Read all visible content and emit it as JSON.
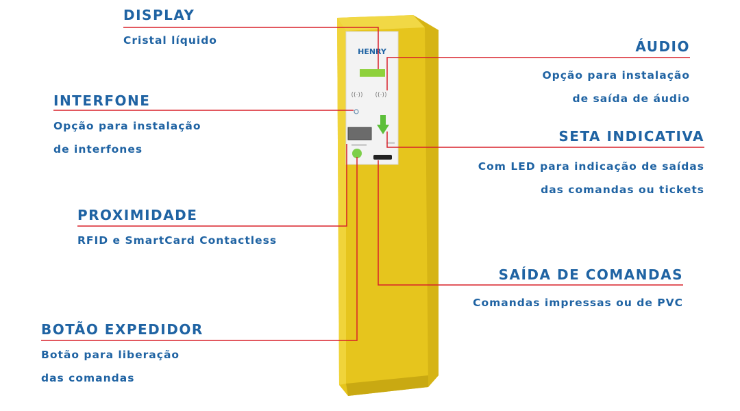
{
  "product_logo": "HENRY",
  "callouts": {
    "display": {
      "title": "DISPLAY",
      "desc": [
        "Cristal líquido"
      ]
    },
    "audio": {
      "title": "ÁUDIO",
      "desc": [
        "Opção para instalação",
        "de saída de áudio"
      ]
    },
    "interfone": {
      "title": "INTERFONE",
      "desc": [
        "Opção para instalação",
        "de interfones"
      ]
    },
    "seta": {
      "title": "SETA INDICATIVA",
      "desc": [
        "Com LED para indicação de saídas",
        "das comandas ou tickets"
      ]
    },
    "proximidade": {
      "title": "PROXIMIDADE",
      "desc": [
        "RFID e SmartCard Contactless"
      ]
    },
    "saida": {
      "title": "SAÍDA DE COMANDAS",
      "desc": [
        "Comandas impressas ou de PVC"
      ]
    },
    "botao": {
      "title": "BOTÃO EXPEDIDOR",
      "desc": [
        "Botão para liberação",
        "das comandas"
      ]
    }
  },
  "colors": {
    "text": "#1f63a3",
    "leader_line": "#d8202a",
    "totem_yellow": "#e8c81f",
    "panel": "#f2f2f2",
    "display_green": "#8ed13c",
    "arrow_green": "#5cbf3a"
  }
}
